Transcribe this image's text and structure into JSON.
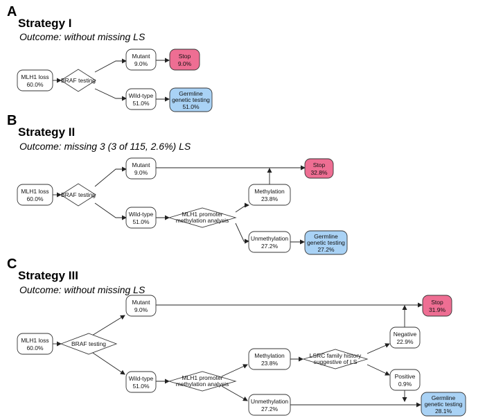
{
  "panels": {
    "A": {
      "letter": "A",
      "title": "Strategy I",
      "outcome": "Outcome: without missing LS",
      "nodes": {
        "mlh1": {
          "line1": "MLH1 loss",
          "line2": "60.0%"
        },
        "braf": {
          "line1": "BRAF testing"
        },
        "mutant": {
          "line1": "Mutant",
          "line2": "9.0%"
        },
        "wild": {
          "line1": "Wild-type",
          "line2": "51.0%"
        },
        "stop": {
          "line1": "Stop",
          "line2": "9.0%"
        },
        "germ": {
          "line1": "Germline",
          "line2": "genetic testing",
          "line3": "51.0%"
        }
      }
    },
    "B": {
      "letter": "B",
      "title": "Strategy II",
      "outcome": "Outcome: missing 3 (3 of 115, 2.6%) LS",
      "nodes": {
        "mlh1": {
          "line1": "MLH1 loss",
          "line2": "60.0%"
        },
        "braf": {
          "line1": "BRAF testing"
        },
        "mutant": {
          "line1": "Mutant",
          "line2": "9.0%"
        },
        "wild": {
          "line1": "Wild-type",
          "line2": "51.0%"
        },
        "promoter": {
          "line1": "MLH1 promoter",
          "line2": "methylation analysis"
        },
        "meth": {
          "line1": "Methylation",
          "line2": "23.8%"
        },
        "unmeth": {
          "line1": "Unmethylation",
          "line2": "27.2%"
        },
        "stop": {
          "line1": "Stop",
          "line2": "32.8%"
        },
        "germ": {
          "line1": "Germline",
          "line2": "genetic testing",
          "line3": "27.2%"
        }
      }
    },
    "C": {
      "letter": "C",
      "title": "Strategy III",
      "outcome": "Outcome: without missing LS",
      "nodes": {
        "mlh1": {
          "line1": "MLH1 loss",
          "line2": "60.0%"
        },
        "braf": {
          "line1": "BRAF testing"
        },
        "mutant": {
          "line1": "Mutant",
          "line2": "9.0%"
        },
        "wild": {
          "line1": "Wild-type",
          "line2": "51.0%"
        },
        "promoter": {
          "line1": "MLH1 promoter",
          "line2": "methylation analysis"
        },
        "meth": {
          "line1": "Methylation",
          "line2": "23.8%"
        },
        "unmeth": {
          "line1": "Unmethylation",
          "line2": "27.2%"
        },
        "lsrc": {
          "line1": "LSRC family history",
          "line2": "suggestive of LS"
        },
        "negative": {
          "line1": "Negative",
          "line2": "22.9%"
        },
        "positive": {
          "line1": "Positive",
          "line2": "0.9%"
        },
        "stop": {
          "line1": "Stop",
          "line2": "31.9%"
        },
        "germ": {
          "line1": "Germline",
          "line2": "genetic testing",
          "line3": "28.1%"
        }
      }
    }
  },
  "colors": {
    "stop": "#ee6e93",
    "germline": "#a9d2f5"
  }
}
